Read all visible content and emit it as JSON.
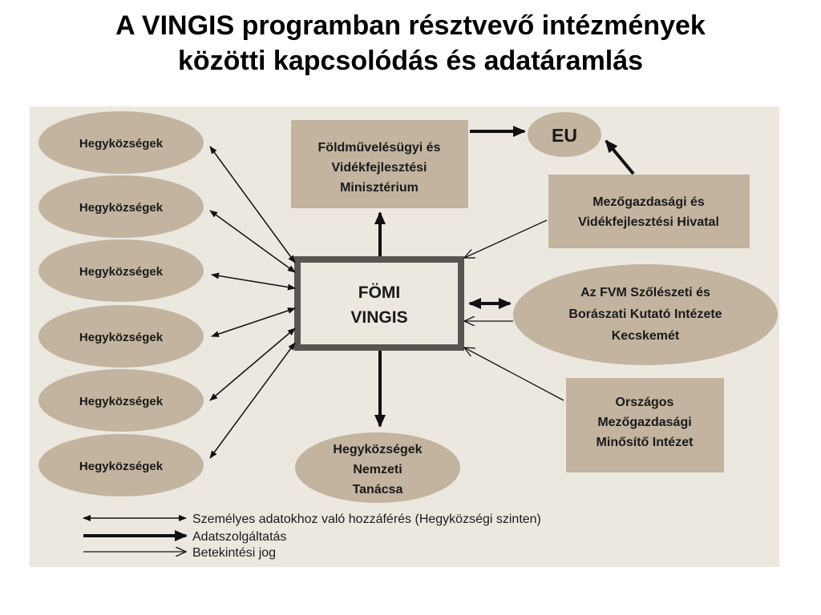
{
  "title": {
    "line1": "A VINGIS programban résztvevő intézmények",
    "line2": "közötti kapcsolódás és adatáramlás"
  },
  "nodes": {
    "hegykozsegek": [
      "Hegyközségek",
      "Hegyközségek",
      "Hegyközségek",
      "Hegyközségek",
      "Hegyközségek",
      "Hegyközségek"
    ],
    "ministry": [
      "Földművelésügyi és",
      "Vidékfejlesztési",
      "Minisztérium"
    ],
    "eu": "EU",
    "mvh": [
      "Mezőgazdasági és",
      "Vidékfejlesztési Hivatal"
    ],
    "fomi": [
      "FÖMI",
      "VINGIS"
    ],
    "institute": [
      "Az FVM Szőlészeti és",
      "Borászati Kutató Intézete",
      "Kecskemét"
    ],
    "omi": [
      "Országos",
      "Mezőgazdasági",
      "Minősítő Intézet"
    ],
    "council": [
      "Hegyközségek",
      "Nemzeti",
      "Tanácsa"
    ]
  },
  "legend": [
    {
      "style": "double-thin",
      "label": "Személyes adatokhoz való hozzáférés  (Hegyközségi szinten)"
    },
    {
      "style": "thick",
      "label": "Adatszolgáltatás"
    },
    {
      "style": "open",
      "label": "Betekintési jog"
    }
  ],
  "colors": {
    "panel": "#ece8e0",
    "node_fill": "#c2b49e",
    "fomi_border": "#5a5550",
    "line": "#111111"
  }
}
